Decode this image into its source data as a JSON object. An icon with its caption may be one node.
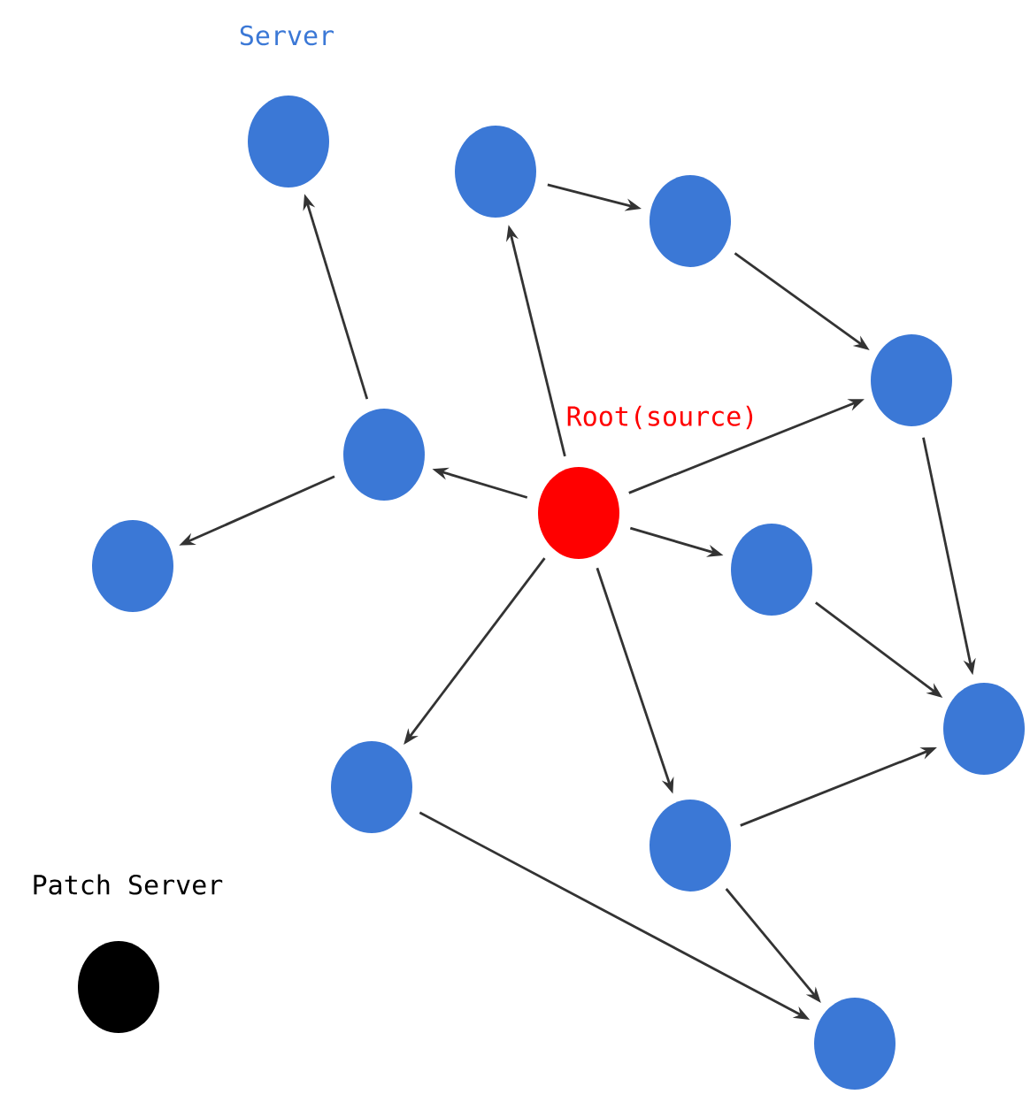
{
  "diagram": {
    "nodes": [
      {
        "text": [],
        "shape": "circle",
        "beside": [
          "Server"
        ]
      },
      {
        "text": [],
        "shape": "circle"
      },
      {
        "text": [],
        "shape": "circle"
      },
      {
        "text": [],
        "shape": "circle"
      },
      {
        "text": [],
        "shape": "circle"
      },
      {
        "text": [],
        "shape": "circle",
        "beside": [
          "Root(source)"
        ]
      },
      {
        "text": [],
        "shape": "circle"
      },
      {
        "text": [],
        "shape": "circle"
      },
      {
        "text": [],
        "shape": "circle"
      },
      {
        "text": [],
        "shape": "circle"
      },
      {
        "text": [],
        "shape": "circle"
      },
      {
        "text": [],
        "shape": "circle",
        "beside": [
          "Patch Server"
        ]
      },
      {
        "text": [],
        "shape": "circle"
      }
    ],
    "edges": [
      {
        "from": 4,
        "to": 0,
        "arrow": "to"
      },
      {
        "from": 4,
        "to": 6,
        "arrow": "to"
      },
      {
        "from": 5,
        "to": 4,
        "arrow": "to"
      },
      {
        "from": 5,
        "to": 1,
        "arrow": "to"
      },
      {
        "from": 1,
        "to": 2,
        "arrow": "to"
      },
      {
        "from": 2,
        "to": 3,
        "arrow": "to"
      },
      {
        "from": 5,
        "to": 3,
        "arrow": "to"
      },
      {
        "from": 3,
        "to": 8,
        "arrow": "to"
      },
      {
        "from": 5,
        "to": 7,
        "arrow": "to"
      },
      {
        "from": 7,
        "to": 8,
        "arrow": "to"
      },
      {
        "from": 5,
        "to": 9,
        "arrow": "to"
      },
      {
        "from": 5,
        "to": 10,
        "arrow": "to"
      },
      {
        "from": 10,
        "to": 8,
        "arrow": "to"
      },
      {
        "from": 10,
        "to": 12,
        "arrow": "to"
      },
      {
        "from": 9,
        "to": 12,
        "arrow": "to"
      }
    ]
  }
}
